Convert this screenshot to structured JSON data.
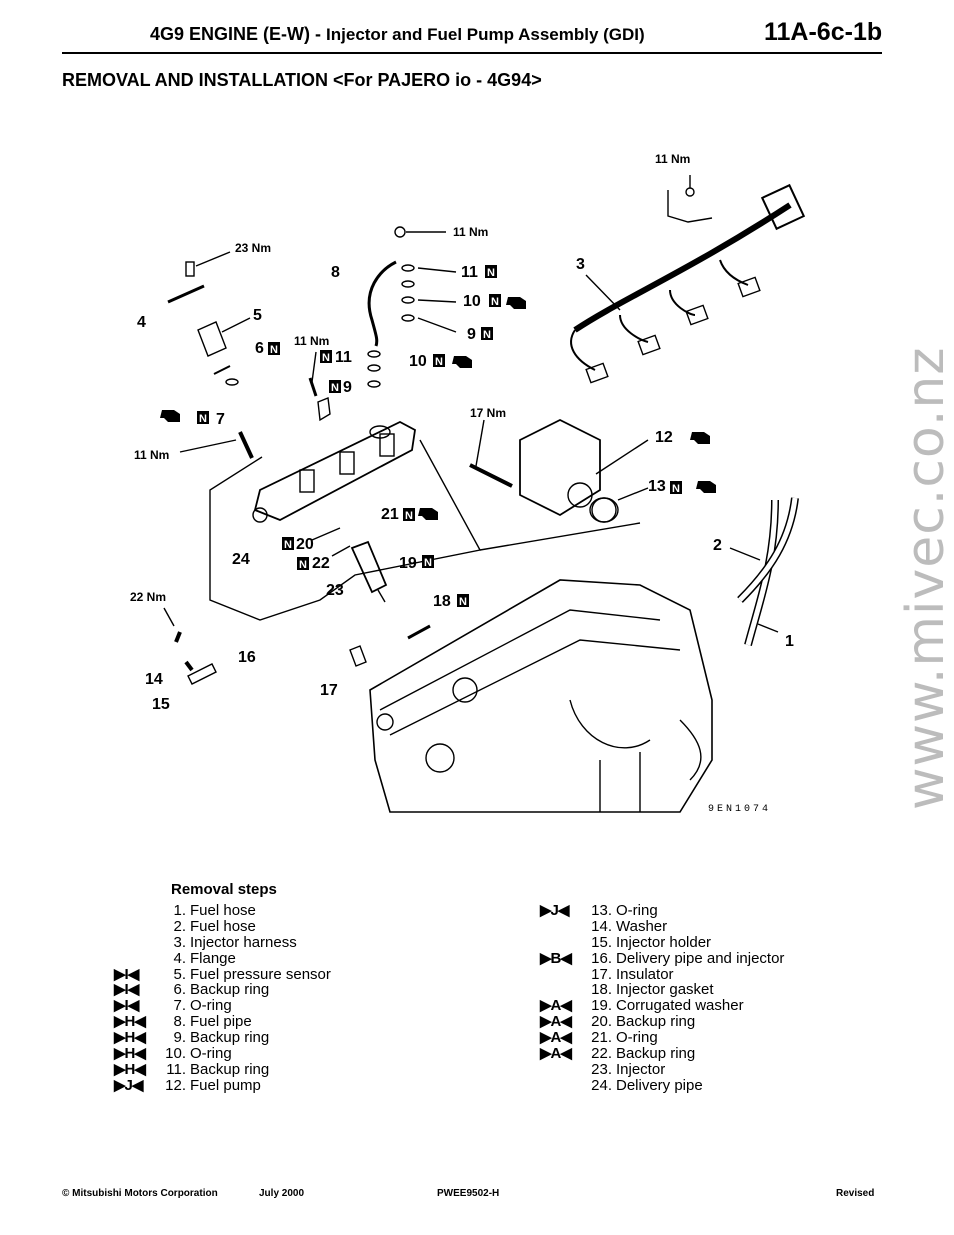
{
  "header": {
    "engine": "4G9 ENGINE (E-W) -",
    "section": "Injector and Fuel Pump Assembly (GDI)",
    "page_number": "11A-6c-1b",
    "title": "REMOVAL AND INSTALLATION <For PAJERO io - 4G94>"
  },
  "watermark": "www.mivec.co.nz",
  "figure": {
    "code": "9EN1074",
    "torque_labels": [
      "11 Nm",
      "11 Nm",
      "23 Nm",
      "11 Nm",
      "17 Nm",
      "11 Nm",
      "22 Nm"
    ],
    "part_labels": [
      "1",
      "2",
      "3",
      "4",
      "5",
      "6",
      "7",
      "8",
      "9",
      "9",
      "10",
      "10",
      "11",
      "11",
      "12",
      "13",
      "14",
      "15",
      "16",
      "17",
      "18",
      "19",
      "20",
      "21",
      "22",
      "23",
      "24"
    ],
    "marker": "N"
  },
  "steps": {
    "title": "Removal steps",
    "col1": [
      {
        "mark": "",
        "num": "1.",
        "name": "Fuel hose"
      },
      {
        "mark": "",
        "num": "2.",
        "name": "Fuel hose"
      },
      {
        "mark": "",
        "num": "3.",
        "name": "Injector harness"
      },
      {
        "mark": "",
        "num": "4.",
        "name": "Flange"
      },
      {
        "mark": "▶I◀",
        "num": "5.",
        "name": "Fuel pressure sensor"
      },
      {
        "mark": "▶I◀",
        "num": "6.",
        "name": "Backup ring"
      },
      {
        "mark": "▶I◀",
        "num": "7.",
        "name": "O-ring"
      },
      {
        "mark": "▶H◀",
        "num": "8.",
        "name": "Fuel pipe"
      },
      {
        "mark": "▶H◀",
        "num": "9.",
        "name": "Backup ring"
      },
      {
        "mark": "▶H◀",
        "num": "10.",
        "name": "O-ring"
      },
      {
        "mark": "▶H◀",
        "num": "11.",
        "name": "Backup ring"
      },
      {
        "mark": "▶J◀",
        "num": "12.",
        "name": "Fuel pump"
      }
    ],
    "col2": [
      {
        "mark": "▶J◀",
        "num": "13.",
        "name": "O-ring"
      },
      {
        "mark": "",
        "num": "14.",
        "name": "Washer"
      },
      {
        "mark": "",
        "num": "15.",
        "name": "Injector holder"
      },
      {
        "mark": "▶B◀",
        "num": "16.",
        "name": "Delivery pipe and injector"
      },
      {
        "mark": "",
        "num": "17.",
        "name": "Insulator"
      },
      {
        "mark": "",
        "num": "18.",
        "name": "Injector gasket"
      },
      {
        "mark": "▶A◀",
        "num": "19.",
        "name": "Corrugated washer"
      },
      {
        "mark": "▶A◀",
        "num": "20.",
        "name": "Backup ring"
      },
      {
        "mark": "▶A◀",
        "num": "21.",
        "name": "O-ring"
      },
      {
        "mark": "▶A◀",
        "num": "22.",
        "name": "Backup ring"
      },
      {
        "mark": "",
        "num": "23.",
        "name": "Injector"
      },
      {
        "mark": "",
        "num": "24.",
        "name": "Delivery pipe"
      }
    ]
  },
  "footer": {
    "copyright": "© Mitsubishi Motors Corporation",
    "date": "July 2000",
    "doc_code": "PWEE9502-H",
    "status": "Revised"
  }
}
